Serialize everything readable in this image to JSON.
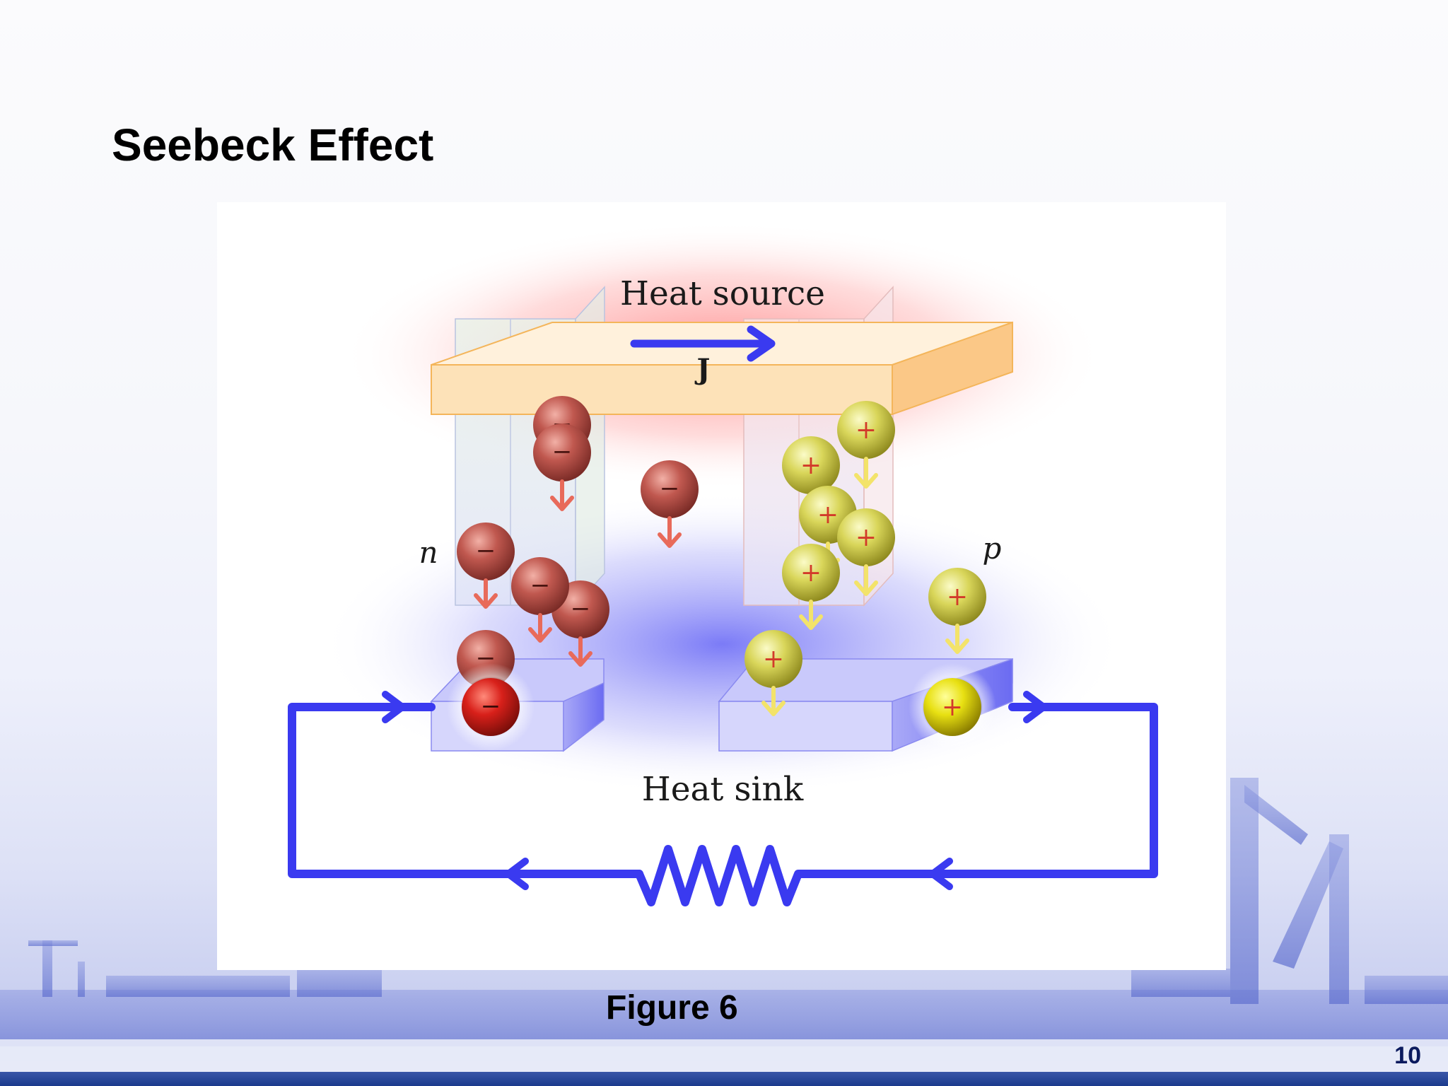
{
  "slide": {
    "title": "Seebeck Effect",
    "caption": "Figure 6",
    "page_number": "10"
  },
  "diagram": {
    "heat_source_label": "Heat source",
    "heat_sink_label": "Heat sink",
    "current_label": "J",
    "n_label": "n",
    "p_label": "p",
    "electron_sign": "−",
    "hole_sign": "+"
  },
  "colors": {
    "circuit": "#3a3af0",
    "electron": "#b8483f",
    "electron_arrow": "#e86a5a",
    "hole": "#d8d84a",
    "hole_arrow": "#f3e36a",
    "hot_glow": "#ff7a7a",
    "cold_glow": "#6f6ff5",
    "plate": "#fde2b8",
    "bottom_bar": "#1b3a8c"
  }
}
